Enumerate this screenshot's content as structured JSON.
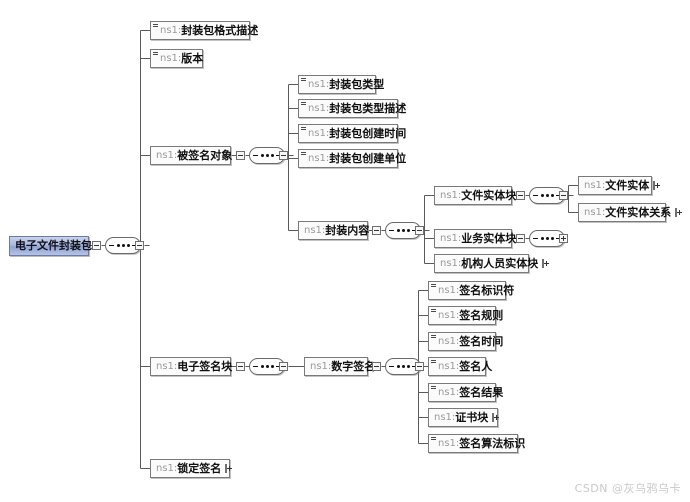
{
  "diagram": {
    "type": "xml-schema-tree",
    "root": {
      "ns": "",
      "name": "电子文件封装包",
      "label": "电子文件封装包",
      "style": "root",
      "compositor": "sequence"
    },
    "nodes": [
      {
        "id": "n1",
        "ns": "ns1:",
        "name": "封装包格式描述",
        "attr": true,
        "expander": "none"
      },
      {
        "id": "n2",
        "ns": "ns1:",
        "name": "版本",
        "attr": true,
        "expander": "none"
      },
      {
        "id": "n3",
        "ns": "ns1:",
        "name": "被签名对象",
        "attr": false,
        "expander": "minus-outside",
        "compositor": "sequence"
      },
      {
        "id": "n4",
        "ns": "ns1:",
        "name": "封装包类型",
        "attr": true,
        "expander": "none"
      },
      {
        "id": "n5",
        "ns": "ns1:",
        "name": "封装包类型描述",
        "attr": true,
        "expander": "none"
      },
      {
        "id": "n6",
        "ns": "ns1:",
        "name": "封装包创建时间",
        "attr": true,
        "expander": "none"
      },
      {
        "id": "n7",
        "ns": "ns1:",
        "name": "封装包创建单位",
        "attr": true,
        "expander": "none"
      },
      {
        "id": "n8",
        "ns": "ns1:",
        "name": "封装内容",
        "attr": false,
        "expander": "minus-outside",
        "compositor": "sequence"
      },
      {
        "id": "n9",
        "ns": "ns1:",
        "name": "文件实体块",
        "attr": false,
        "expander": "minus-outside",
        "compositor": "sequence"
      },
      {
        "id": "n10",
        "ns": "ns1:",
        "name": "业务实体块",
        "attr": false,
        "expander": "minus-outside",
        "compositor": "sequence",
        "tailExpander": "plus"
      },
      {
        "id": "n11",
        "ns": "ns1:",
        "name": "机构人员实体块",
        "attr": false,
        "expander": "plus-inline"
      },
      {
        "id": "n12",
        "ns": "ns1:",
        "name": "文件实体",
        "attr": false,
        "expander": "plus-inline"
      },
      {
        "id": "n13",
        "ns": "ns1:",
        "name": "文件实体关系",
        "attr": false,
        "expander": "plus-inline"
      },
      {
        "id": "n14",
        "ns": "ns1:",
        "name": "电子签名块",
        "attr": false,
        "expander": "minus-outside",
        "compositor": "sequence"
      },
      {
        "id": "n15",
        "ns": "ns1:",
        "name": "数字签名",
        "attr": false,
        "expander": "minus-outside",
        "compositor": "sequence"
      },
      {
        "id": "n16",
        "ns": "ns1:",
        "name": "签名标识符",
        "attr": true,
        "expander": "none"
      },
      {
        "id": "n17",
        "ns": "ns1:",
        "name": "签名规则",
        "attr": true,
        "expander": "none"
      },
      {
        "id": "n18",
        "ns": "ns1:",
        "name": "签名时间",
        "attr": true,
        "expander": "none"
      },
      {
        "id": "n19",
        "ns": "ns1:",
        "name": "签名人",
        "attr": true,
        "expander": "none"
      },
      {
        "id": "n20",
        "ns": "ns1:",
        "name": "签名结果",
        "attr": true,
        "expander": "none"
      },
      {
        "id": "n21",
        "ns": "ns1:",
        "name": "证书块",
        "attr": false,
        "expander": "plus-inline"
      },
      {
        "id": "n22",
        "ns": "ns1:",
        "name": "签名算法标识",
        "attr": true,
        "expander": "none"
      },
      {
        "id": "n23",
        "ns": "ns1:",
        "name": "锁定签名",
        "attr": false,
        "expander": "plus-inline"
      }
    ]
  },
  "watermark": {
    "text": "CSDN @灰乌鸦乌卡"
  },
  "colors": {
    "root_fill_top": "#c8d2ea",
    "root_fill_mid": "#8fa3d2",
    "node_border": "#7a7a7a",
    "node_fill": "#fbfbfb",
    "ns_prefix": "#9a9a9a",
    "name_text": "#101010",
    "edge": "#5a5a5a",
    "watermark": "#c9c9c9",
    "background": "#ffffff"
  }
}
